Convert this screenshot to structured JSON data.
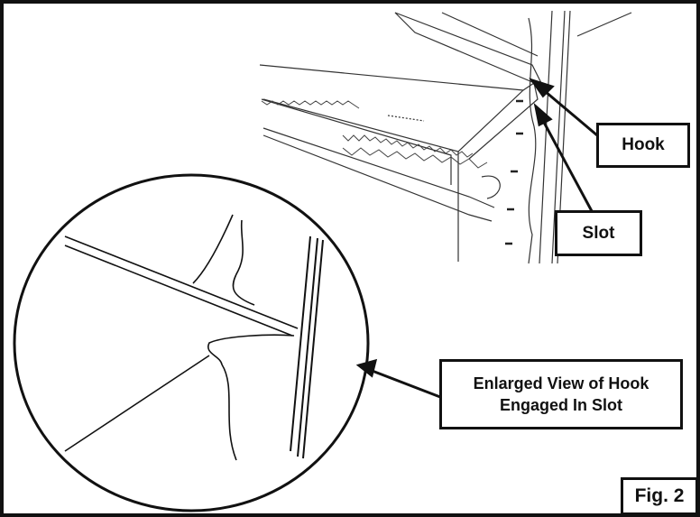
{
  "callouts": {
    "hook": "Hook",
    "slot": "Slot",
    "enlarged_view": "Enlarged View of Hook\nEngaged In Slot"
  },
  "figure_label": "Fig. 2",
  "colors": {
    "ink": "#111111",
    "background": "#ffffff"
  }
}
